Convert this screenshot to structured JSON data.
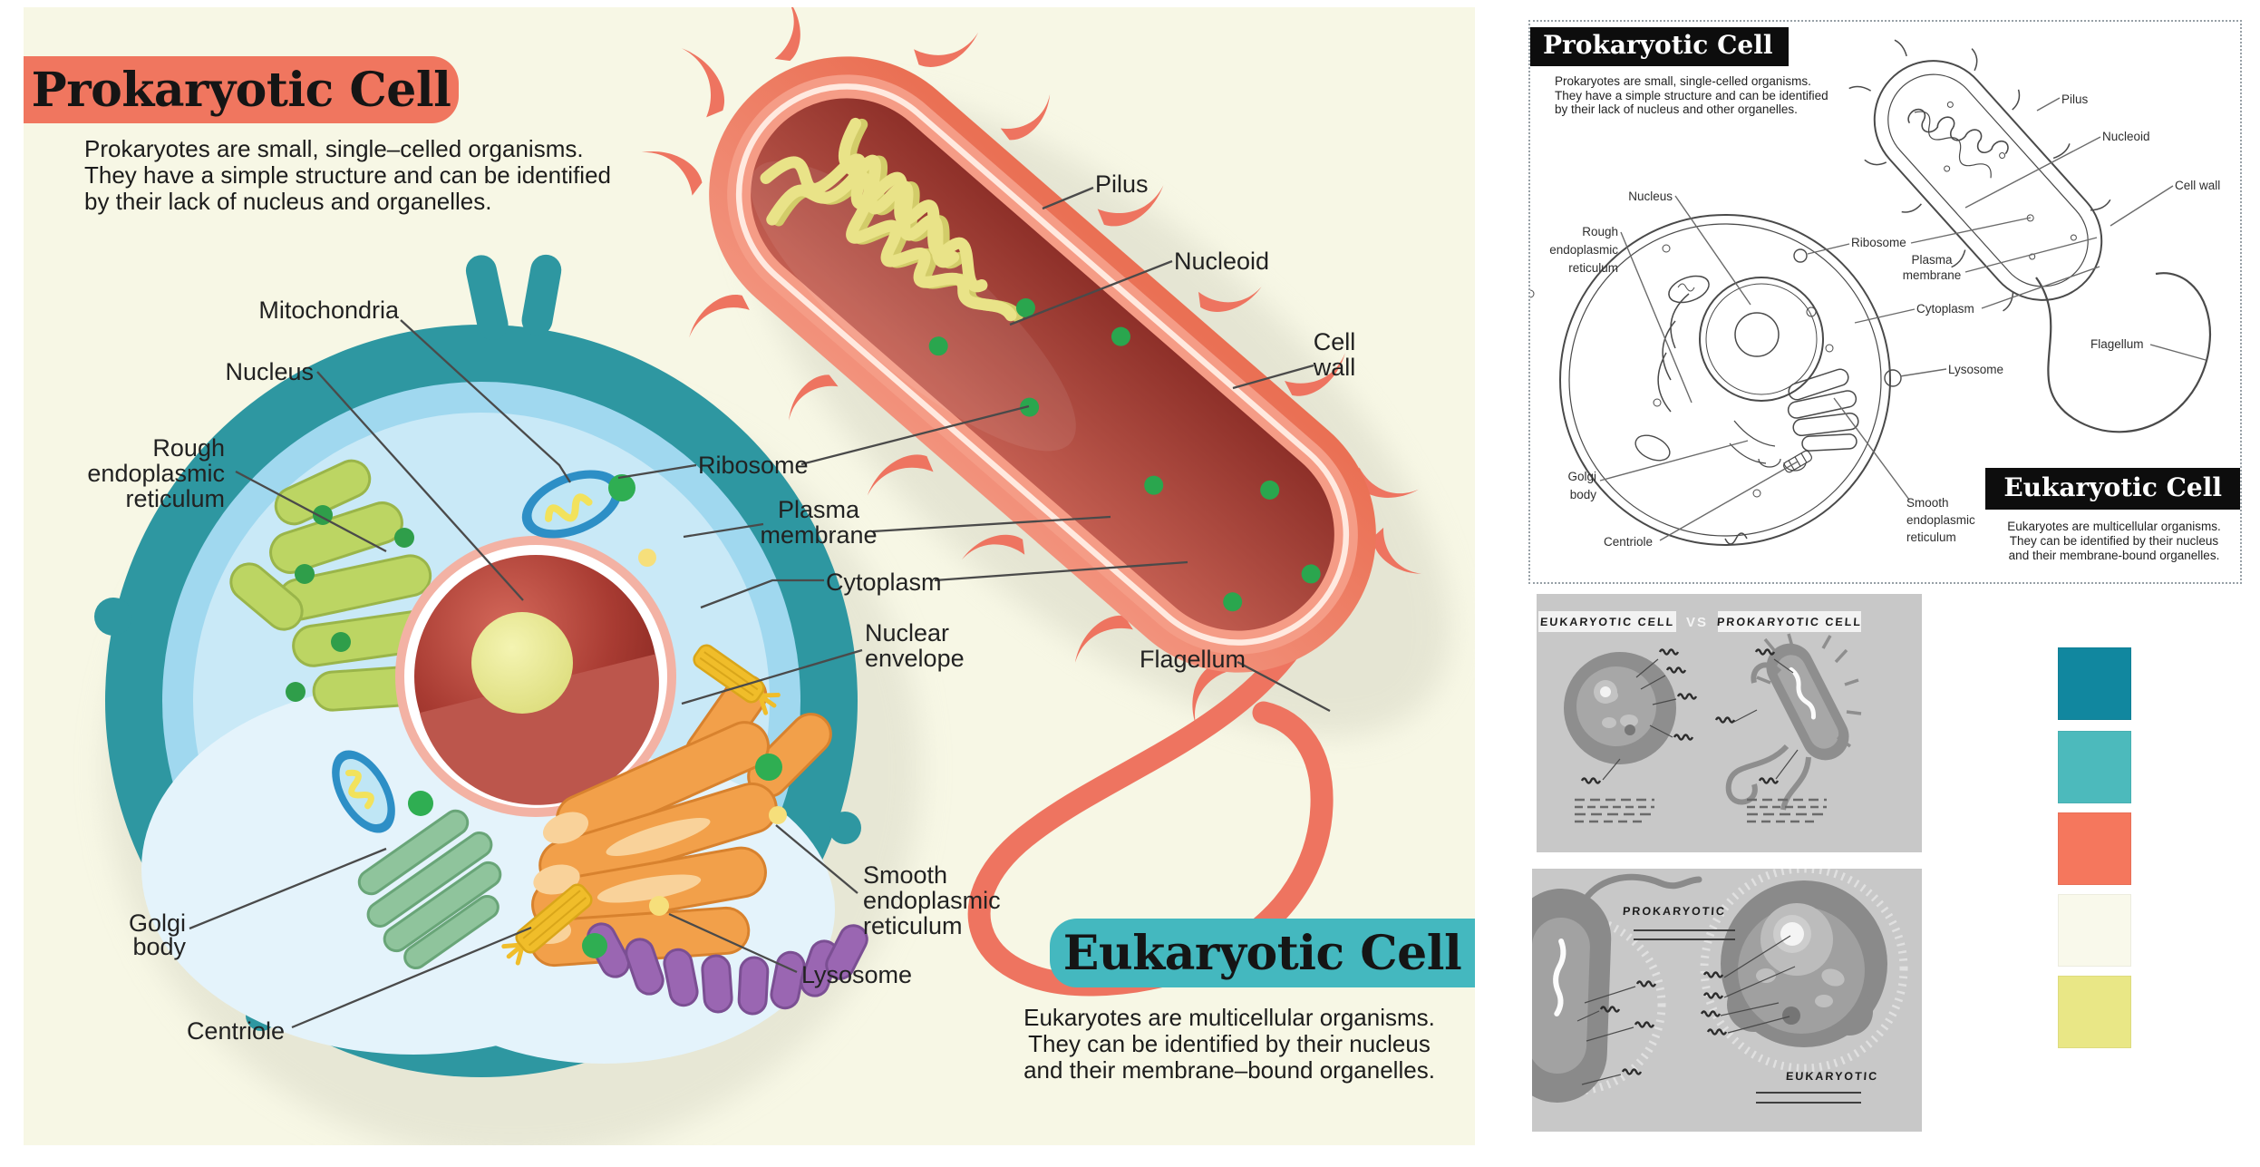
{
  "palette": {
    "colors": [
      "#11879f",
      "#4cbabc",
      "#f5775d",
      "#f9f9eb",
      "#e9e786"
    ]
  },
  "accent": {
    "coral": "#f0765f",
    "teal": "#44b8bf",
    "cream": "#f7f7e5",
    "ink": "#1d1d1b"
  },
  "main_panel": {
    "prokaryotic": {
      "title": "Prokaryotic Cell",
      "desc": [
        "Prokaryotes are small, single–celled organisms.",
        "They have a simple structure and can be identified",
        "by their lack of nucleus and organelles."
      ]
    },
    "eukaryotic": {
      "title": "Eukaryotic Cell",
      "desc": [
        "Eukaryotes are multicellular organisms.",
        "They can be identified by their nucleus",
        "and their membrane–bound organelles."
      ]
    },
    "labels": {
      "mitochondria": "Mitochondria",
      "nucleus": "Nucleus",
      "rough_er": [
        "Rough",
        "endoplasmic",
        "reticulum"
      ],
      "golgi_body": [
        "Golgi",
        "body"
      ],
      "centriole": "Centriole",
      "ribosome": "Ribosome",
      "plasma_membrane": [
        "Plasma",
        "membrane"
      ],
      "cytoplasm": "Cytoplasm",
      "nuclear_envelope": [
        "Nuclear",
        "envelope"
      ],
      "smooth_er": [
        "Smooth",
        "endoplasmic",
        "reticulum"
      ],
      "lysosome": "Lysosome",
      "pilus": "Pilus",
      "nucleoid": "Nucleoid",
      "cell_wall": [
        "Cell",
        "wall"
      ],
      "flagellum": "Flagellum"
    }
  },
  "sketch_panel": {
    "prokaryotic": {
      "title": "Prokaryotic Cell",
      "desc": [
        "Prokaryotes are small, single-celled organisms.",
        "They have a simple structure and can be identified",
        "by their lack of nucleus and other organelles."
      ]
    },
    "eukaryotic": {
      "title": "Eukaryotic Cell",
      "desc": [
        "Eukaryotes are multicellular organisms.",
        "They can be identified by their nucleus",
        "and their membrane-bound organelles."
      ]
    },
    "labels": {
      "nucleus": "Nucleus",
      "rough_er": [
        "Rough",
        "endoplasmic",
        "reticulum"
      ],
      "ribosome": "Ribosome",
      "pilus": "Pilus",
      "nucleoid": "Nucleoid",
      "cell_wall": "Cell wall",
      "plasma_membrane": [
        "Plasma",
        "membrane"
      ],
      "cytoplasm": "Cytoplasm",
      "flagellum": "Flagellum",
      "lysosome": "Lysosome",
      "golgi_body": [
        "Golgi",
        "body"
      ],
      "centriole": "Centriole",
      "smooth_er": [
        "Smooth",
        "endoplasmic",
        "reticulum"
      ]
    }
  },
  "thumb_vs": {
    "left_title": "EUKARYOTIC CELL",
    "vs": "VS",
    "right_title": "PROKARYOTIC CELL"
  },
  "thumb_rough": {
    "top_title": "PROKARYOTIC",
    "bottom_title": "EUKARYOTIC"
  }
}
